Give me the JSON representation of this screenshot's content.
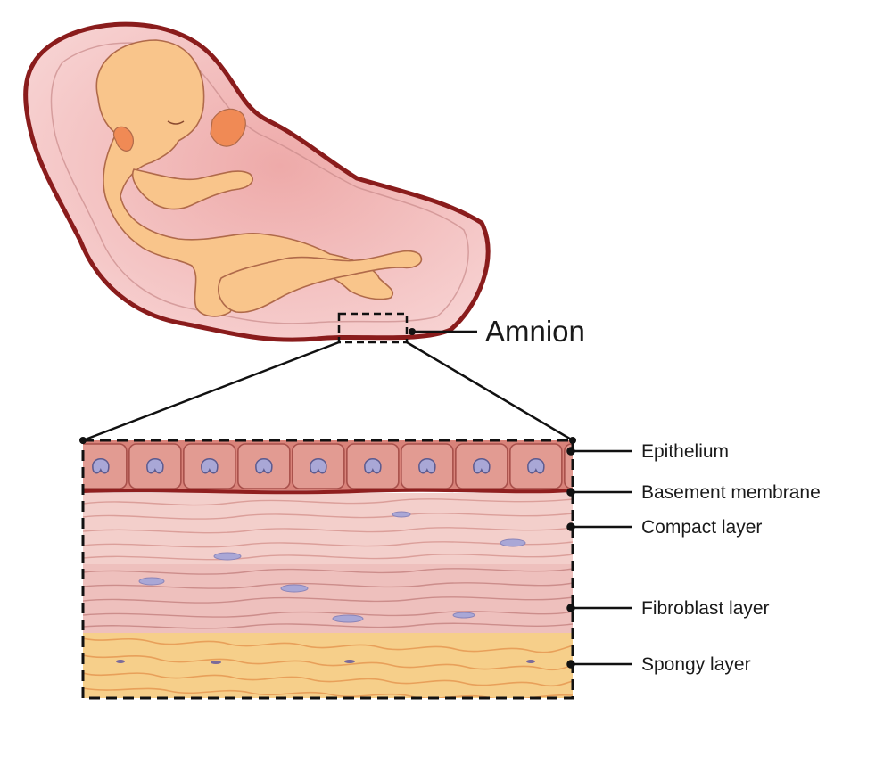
{
  "diagram": {
    "main_label": "Amnion",
    "layers": [
      {
        "label": "Epithelium"
      },
      {
        "label": "Basement membrane"
      },
      {
        "label": "Compact layer"
      },
      {
        "label": "Fibroblast layer"
      },
      {
        "label": "Spongy layer"
      }
    ]
  },
  "colors": {
    "sac_outline": "#8a1c1c",
    "sac_fill": "#f4c4c4",
    "fetus_fill": "#f9c58b",
    "fetus_outline": "#b06a4a",
    "ear_hand": "#f08a55",
    "epithelium": "#d9837a",
    "nucleus": "#a9a7d6",
    "basement": "#8f1f1f",
    "compact": "#f3cfcb",
    "fibroblast": "#eec0bd",
    "spongy": "#f6cf8a",
    "line": "#111111"
  }
}
